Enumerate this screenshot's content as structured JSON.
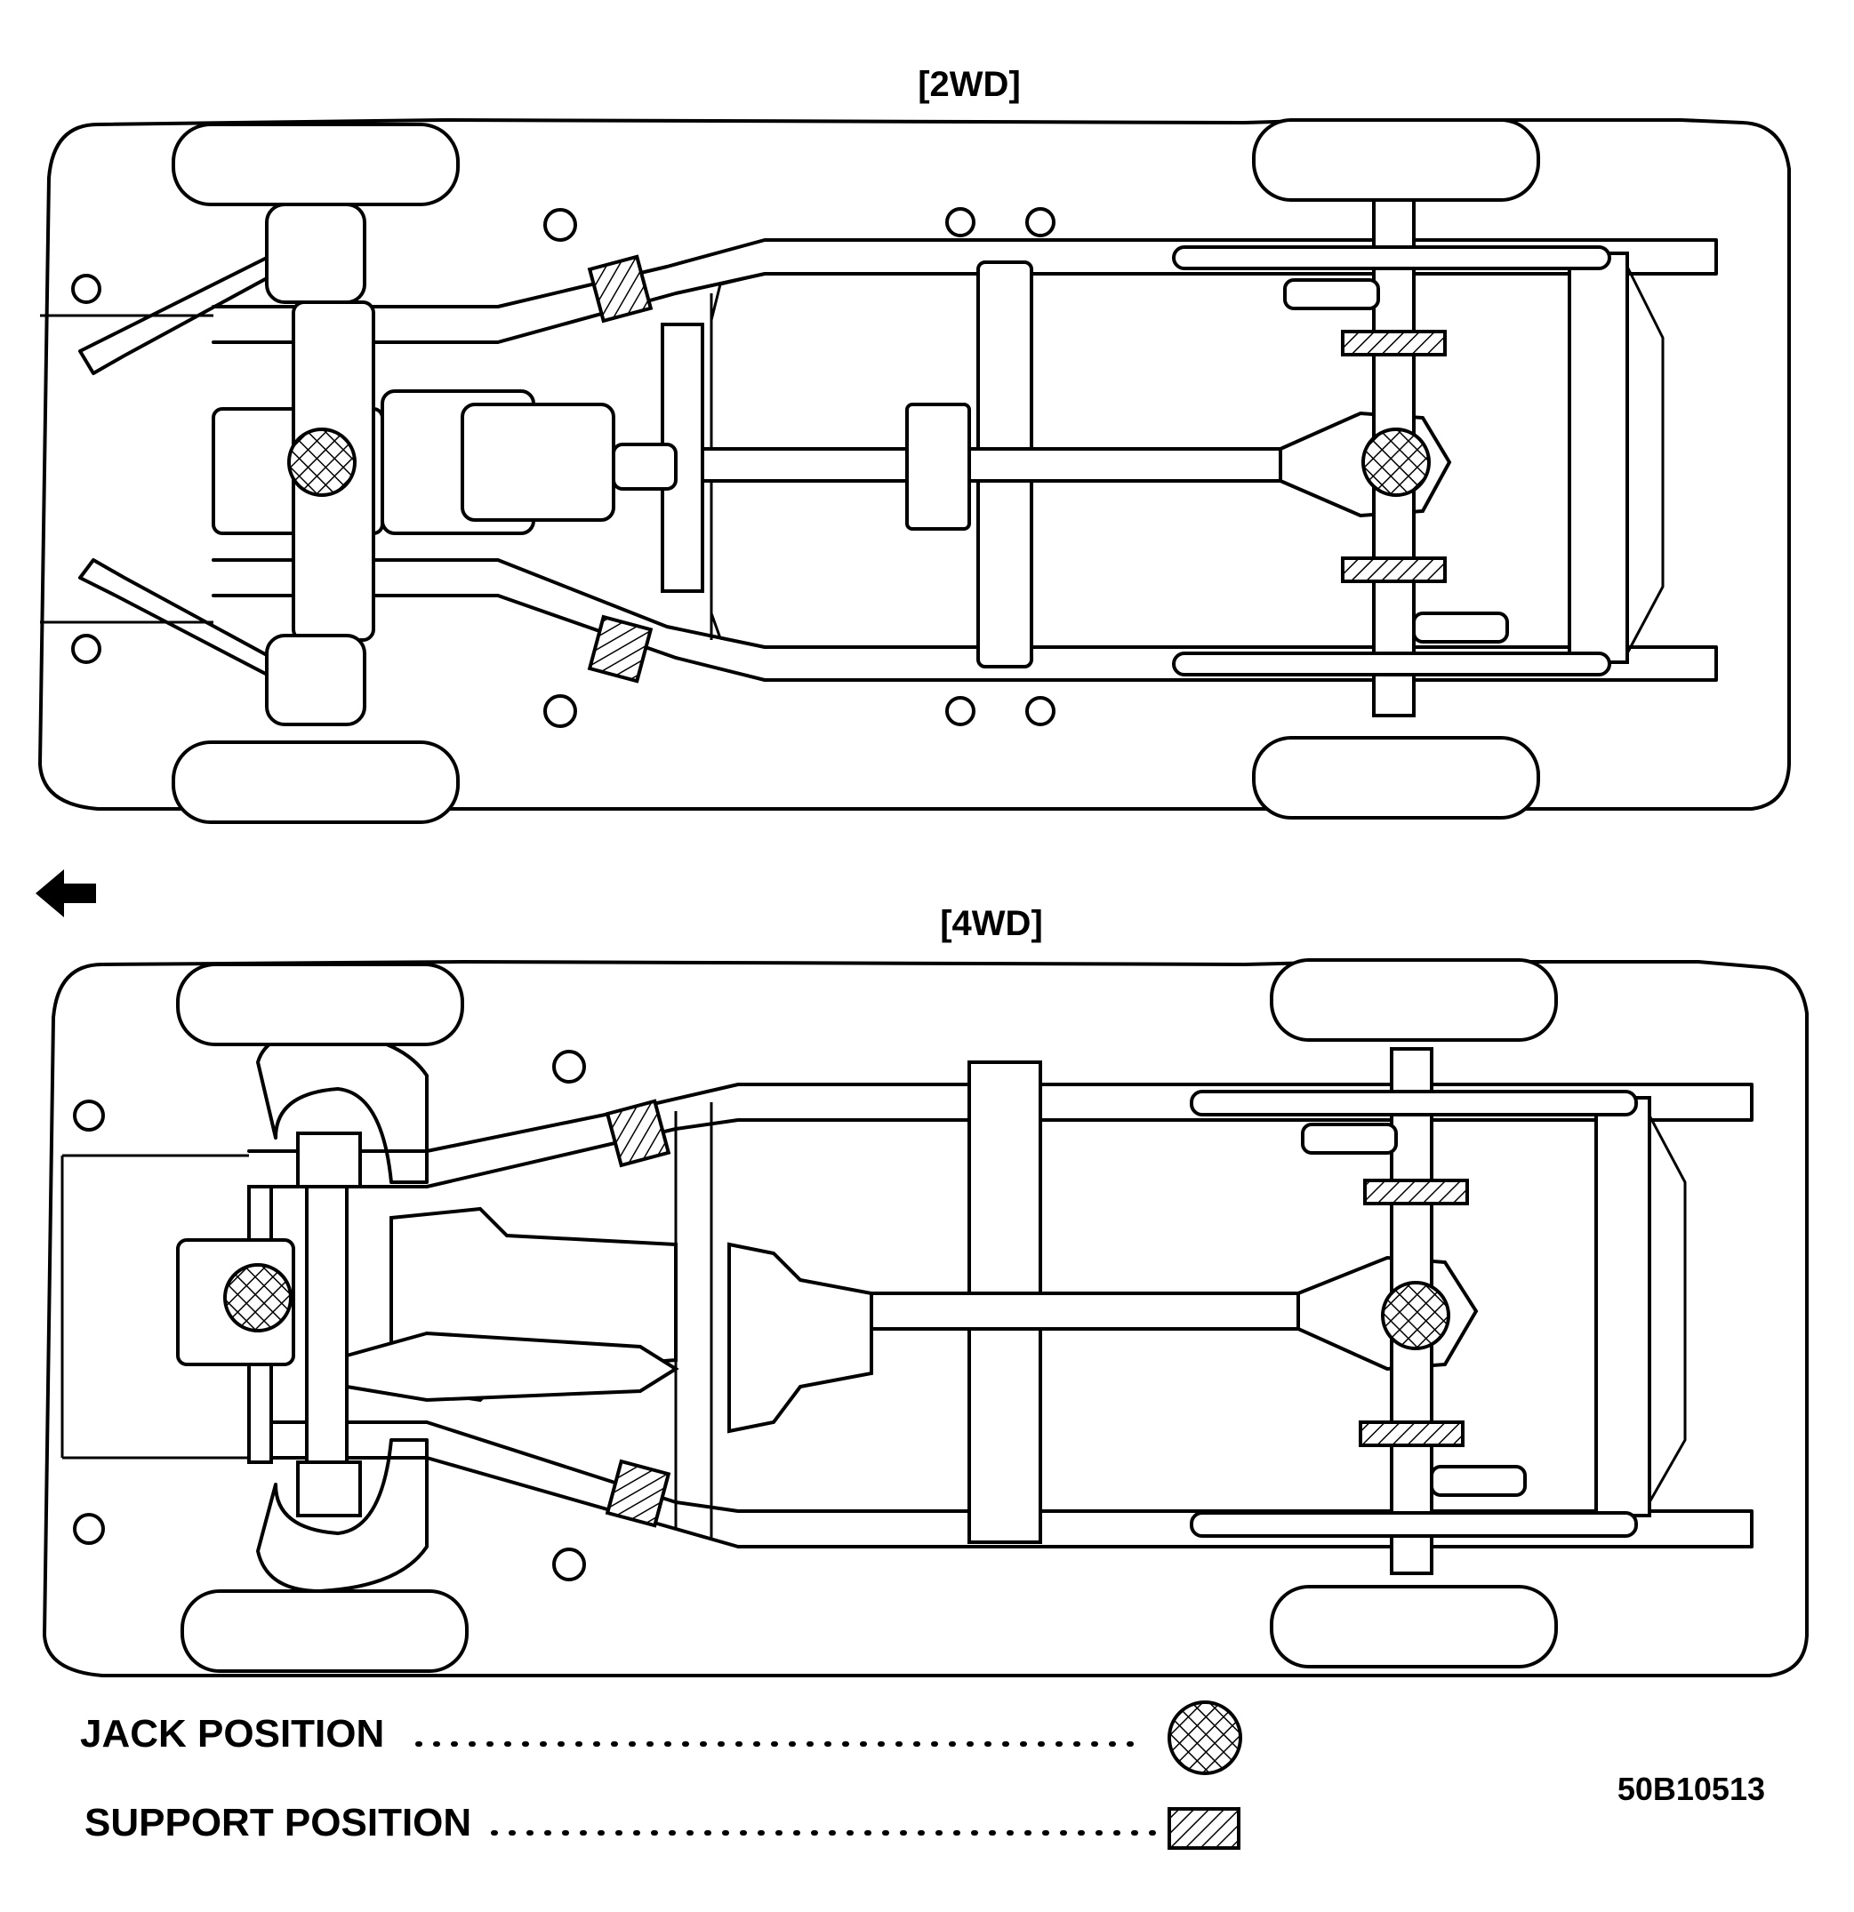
{
  "figure": {
    "top_view_title": "[2WD]",
    "bottom_view_title": "[4WD]",
    "front_direction_icon": "left-arrow-icon",
    "legend": {
      "jack_label": "JACK POSITION",
      "support_label": "SUPPORT POSITION",
      "jack_symbol": "crosshatch-circle",
      "support_symbol": "diagonal-hatch-rectangle"
    },
    "figure_code": "50B10513"
  }
}
